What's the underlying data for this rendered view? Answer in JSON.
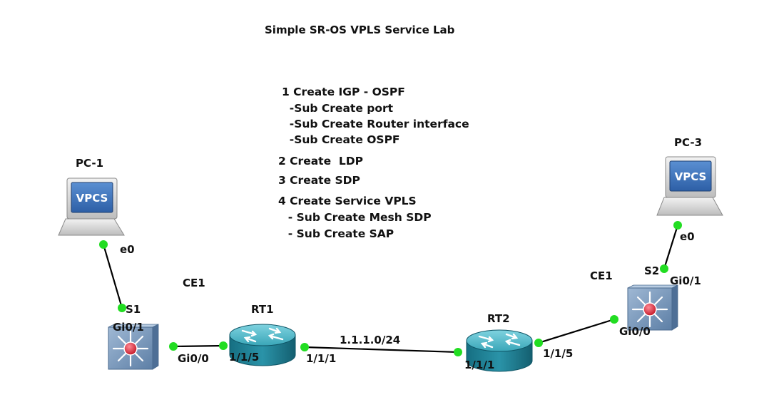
{
  "title": "Simple SR-OS VPLS Service Lab",
  "steps": [
    "1 Create IGP - OSPF",
    "  -Sub Create port",
    "  -Sub Create Router interface",
    "  -Sub Create OSPF",
    "2 Create  LDP",
    "3 Create SDP",
    "4 Create Service VPLS",
    "  - Sub Create Mesh SDP",
    "  - Sub Create SAP"
  ],
  "nodes": {
    "pc1": {
      "name": "PC-1",
      "screen_text": "VPCS"
    },
    "pc3": {
      "name": "PC-3",
      "screen_text": "VPCS"
    },
    "s1": {
      "name": "S1"
    },
    "s2": {
      "name": "S2"
    },
    "rt1": {
      "name": "RT1"
    },
    "rt2": {
      "name": "RT2"
    },
    "ce1_left": "CE1",
    "ce1_right": "CE1"
  },
  "interfaces": {
    "pc1_e0": "e0",
    "s1_gi01": "Gi0/1",
    "s1_gi00": "Gi0/0",
    "rt1_115": "1/1/5",
    "rt1_111": "1/1/1",
    "subnet": "1.1.1.0/24",
    "rt2_111": "1/1/1",
    "rt2_115": "1/1/5",
    "s2_gi00": "Gi0/0",
    "s2_gi01": "Gi0/1",
    "pc3_e0": "e0"
  },
  "colors": {
    "link": "#000000",
    "port_dot": "#22dd22",
    "router_body": "#1f8aa0",
    "router_top": "#5fc0d0",
    "switch_body": "#6f8fb2",
    "switch_hub": "#e02030",
    "pc_screen": "#3b6fb6"
  }
}
